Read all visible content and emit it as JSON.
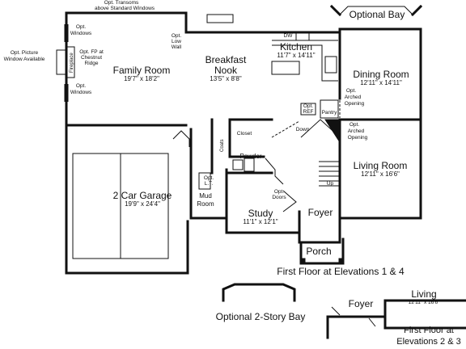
{
  "labels": {
    "opt_transoms": "Opt. Transoms",
    "above_std_windows": "above Standard Windows",
    "optional_bay_top": "Optional Bay",
    "opt_picture": "Opt. Picture",
    "window_available": "Window Available",
    "opt_windows_top": "Opt.",
    "opt_windows_top2": "Windows",
    "opt_windows_bot": "Opt.",
    "opt_windows_bot2": "Windows",
    "fireplace": "Fireplace",
    "opt_fp_1": "Opt. FP at",
    "opt_fp_2": "Chestnut",
    "opt_fp_3": "Ridge",
    "family_room": "Family Room",
    "family_room_dim": "19'7\" x 18'2\"",
    "opt_low_wall_1": "Opt.",
    "opt_low_wall_2": "Low",
    "opt_low_wall_3": "Wall",
    "breakfast_nook": "Breakfast",
    "breakfast_nook2": "Nook",
    "breakfast_dim": "13'5\" x 8'8\"",
    "dw": "DW",
    "kitchen": "Kitchen",
    "kitchen_dim": "11'7\" x 14'11\"",
    "dining_room": "Dining Room",
    "dining_dim": "12'11\" x 14'11\"",
    "opt_arched_1a": "Opt.",
    "opt_arched_1b": "Arched",
    "opt_arched_1c": "Opening",
    "opt_ref_1": "Opt.",
    "opt_ref_2": "REF",
    "pantry": "Pantry",
    "down": "Down",
    "opt_arched_2a": "Opt.",
    "opt_arched_2b": "Arched",
    "opt_arched_2c": "Opening",
    "closet": "Closet",
    "coats": "Coats",
    "powder": "Powder",
    "living_room": "Living Room",
    "living_dim": "12'11\" x 16'6\"",
    "opt_lt_1": "Opt.",
    "opt_lt_2": "L.T.",
    "up": "Up",
    "garage": "2 Car Garage",
    "garage_dim": "19'9\" x 24'4\"",
    "mud_room_1": "Mud",
    "mud_room_2": "Room",
    "opt_doors_1": "Opt.",
    "opt_doors_2": "Doors",
    "study": "Study",
    "study_dim": "11'1\" x 12'1\"",
    "foyer": "Foyer",
    "porch": "Porch",
    "first_floor_1_4": "First Floor at Elevations 1 & 4",
    "optional_2story_bay": "Optional  2-Story Bay",
    "foyer_inset": "Foyer",
    "living_inset": "Living",
    "living_inset_dim": "12'11\" x 16'6\"",
    "first_floor_2_3a": "First Floor at",
    "first_floor_2_3b": "Elevations 2 & 3"
  }
}
